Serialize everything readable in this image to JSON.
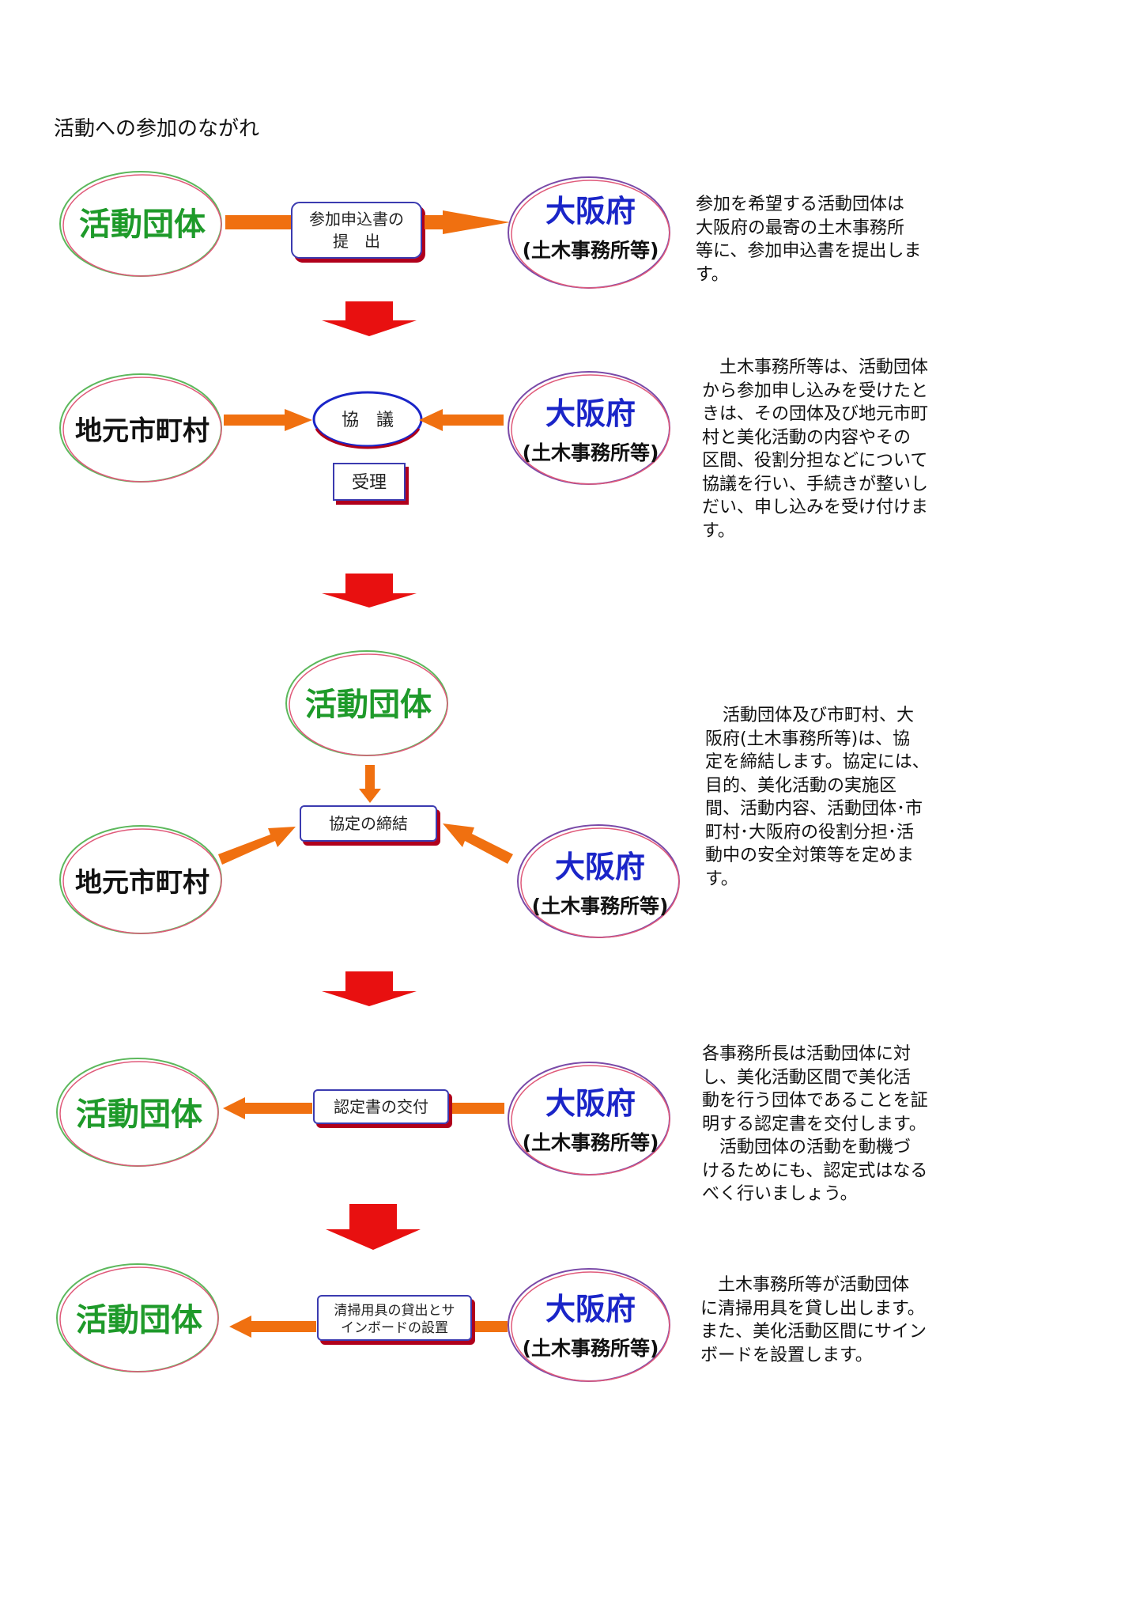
{
  "title": "活動への参加のながれ",
  "labels": {
    "group": "活動団体",
    "osaka": "大阪府",
    "osaka_sub": "(土木事務所等)",
    "municipality": "地元市町村"
  },
  "steps": [
    {
      "box": "参加申込書の",
      "box2": "提　出",
      "desc": "参加を希望する活動団体は\n大阪府の最寄の土木事務所\n等に、参加申込書を提出しま\nす。"
    },
    {
      "box": "協　議",
      "box2": "受理",
      "desc": "　土木事務所等は、活動団体\nから参加申し込みを受けたと\nきは、その団体及び地元市町\n村と美化活動の内容やその\n区間、役割分担などについて\n協議を行い、手続きが整いし\nだい、申し込みを受け付けま\nす。"
    },
    {
      "box": "協定の締結",
      "desc": "　活動団体及び市町村、大\n阪府(土木事務所等)は、協\n定を締結します。協定には、\n目的、美化活動の実施区\n間、活動内容、活動団体･市\n町村･大阪府の役割分担･活\n動中の安全対策等を定めま\nす。"
    },
    {
      "box": "認定書の交付",
      "desc": "各事務所長は活動団体に対\nし、美化活動区間で美化活\n動を行う団体であることを証\n明する認定書を交付します。\n　活動団体の活動を動機づ\nけるためにも、認定式はなる\nべく行いましょう。"
    },
    {
      "box": "清掃用具の貸出とサ",
      "box2": "インボードの設置",
      "desc": "　土木事務所等が活動団体\nに清掃用具を貸し出します。\nまた、美化活動区間にサイン\nボードを設置します。"
    }
  ],
  "colors": {
    "green": "#1e9a2a",
    "blue": "#1a25c8",
    "orange": "#f07010",
    "red": "#e81010",
    "oval_green": "#5cb85c",
    "oval_red": "#e05a7a",
    "oval_purple": "#7a4aa8"
  }
}
